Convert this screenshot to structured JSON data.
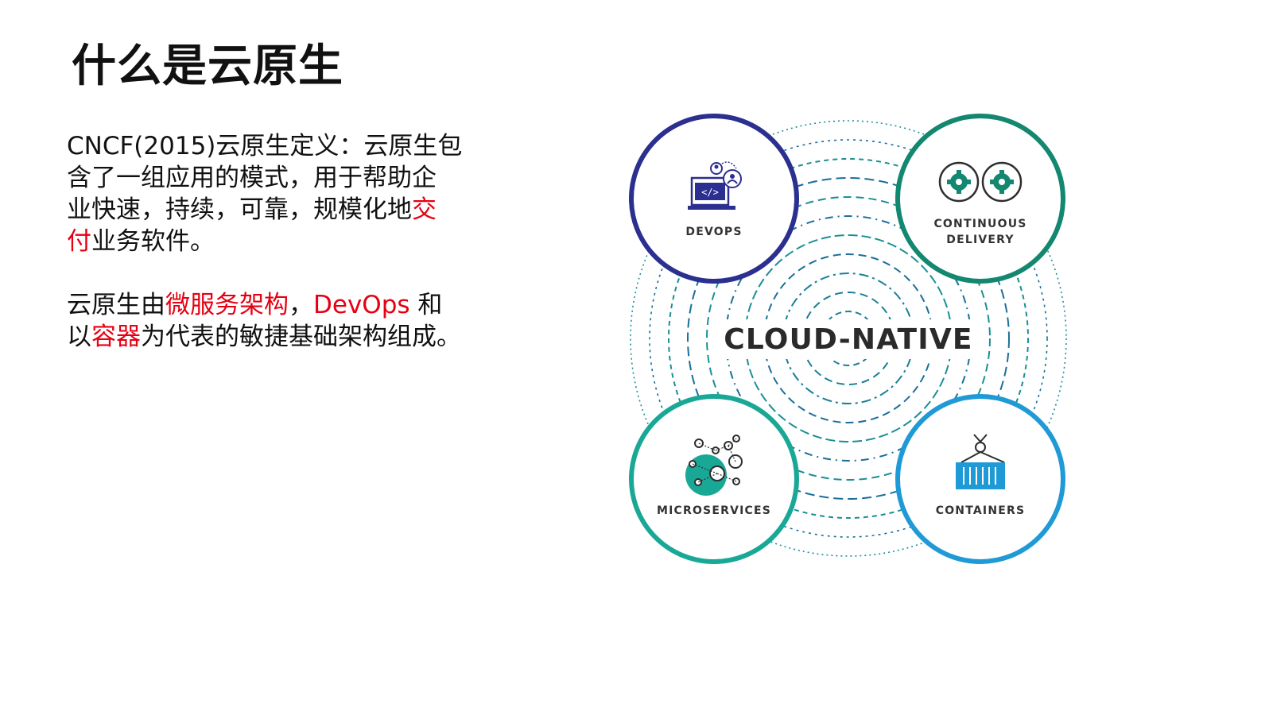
{
  "title": "什么是云原生",
  "paragraph1": {
    "lines": [
      [
        {
          "text": "CNCF(2015)云原生定义：云原生包",
          "hl": false
        }
      ],
      [
        {
          "text": "含了一组应用的模式，用于帮助企",
          "hl": false
        }
      ],
      [
        {
          "text": "业快速，持续，可靠，规模化地",
          "hl": false
        },
        {
          "text": "交",
          "hl": true
        }
      ],
      [
        {
          "text": "付",
          "hl": true
        },
        {
          "text": "业务软件。",
          "hl": false
        }
      ]
    ]
  },
  "paragraph2": {
    "lines": [
      [
        {
          "text": "云原生由",
          "hl": false
        },
        {
          "text": "微服务架构",
          "hl": true
        },
        {
          "text": "，",
          "hl": false
        },
        {
          "text": "DevOps",
          "hl": true
        },
        {
          "text": " 和",
          "hl": false
        }
      ],
      [
        {
          "text": "以",
          "hl": false
        },
        {
          "text": "容器",
          "hl": true
        },
        {
          "text": "为代表的敏捷基础架构组成。",
          "hl": false
        }
      ]
    ]
  },
  "diagram": {
    "center_label": "CLOUD-NATIVE",
    "devops": {
      "label": "DEVOPS",
      "color": "#2b2f8f",
      "icon": "laptop-code-icon"
    },
    "continuous_delivery": {
      "label1": "CONTINUOUS",
      "label2": "DELIVERY",
      "color": "#13876f",
      "icon": "gear-loop-icon"
    },
    "microservices": {
      "label": "MICROSERVICES",
      "color": "#1aa896",
      "icon": "network-nodes-icon"
    },
    "containers": {
      "label": "CONTAINERS",
      "color": "#1f9ad6",
      "icon": "shipping-container-icon"
    }
  },
  "colors": {
    "highlight": "#e60012",
    "text": "#111111",
    "ring": "#1a7f97"
  }
}
